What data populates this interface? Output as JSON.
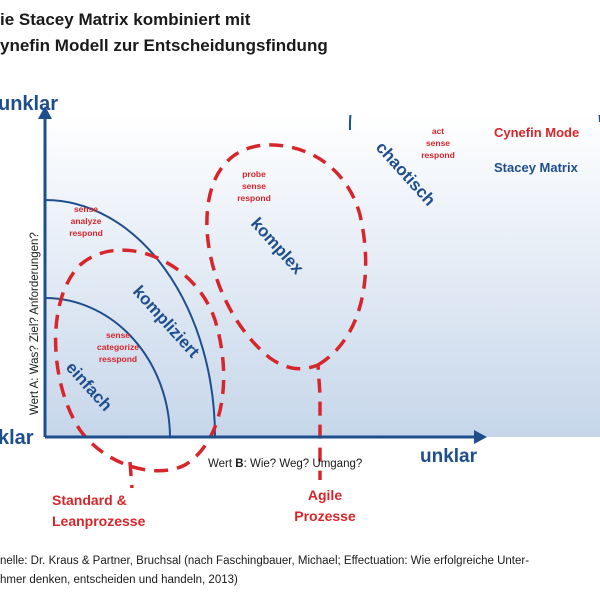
{
  "title": {
    "line1": "ie Stacey Matrix kombiniert mit",
    "line2": "ynefin Modell zur Entscheidungsfindung"
  },
  "axes": {
    "y_top": "unklar",
    "y_bottom": "klar",
    "x_right": "unklar",
    "y_label": "Wert A: Was? Ziel? Anforderungen?",
    "x_label_prefix": "Wert ",
    "x_label_bold": "B",
    "x_label_rest": ": Wie? Weg? Umgang?"
  },
  "domains": {
    "einfach": {
      "name": "einfach",
      "actions": [
        "sense",
        "categorize",
        "resspond"
      ]
    },
    "kompliziert": {
      "name": "kompliziert",
      "actions": [
        "sense",
        "analyze",
        "respond"
      ]
    },
    "komplex": {
      "name": "komplex",
      "actions": [
        "probe",
        "sense",
        "respond"
      ]
    },
    "chaotisch": {
      "name": "chaotisch",
      "actions": [
        "act",
        "sense",
        "respond"
      ]
    }
  },
  "legend": {
    "cynefin": "Cynefin Mode",
    "stacey": "Stacey Matrix"
  },
  "callouts": {
    "standard_line1": "Standard &",
    "standard_line2": "Leanprozesse",
    "agile_line1": "Agile",
    "agile_line2": "Prozesse"
  },
  "source": {
    "line1": "nelle: Dr. Kraus & Partner, Bruchsal (nach Faschingbauer, Michael; Effectuation: Wie erfolgreiche Unter-",
    "line2": "hmer denken, entscheiden und handeln, 2013)"
  },
  "colors": {
    "blue": "#1f4e8c",
    "red": "#d6262b",
    "background_top": "#ffffff",
    "background_bottom": "#c6d6ea"
  }
}
